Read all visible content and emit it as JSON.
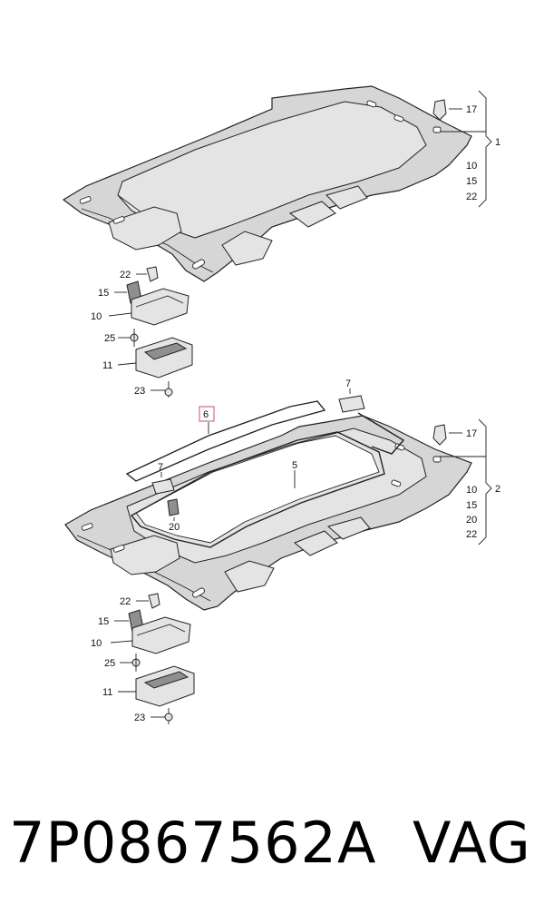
{
  "diagram": {
    "upper_group": {
      "group_label": "1",
      "bracket_labels": [
        "10",
        "15",
        "22"
      ],
      "top_callout": "17",
      "console_labels": [
        "22",
        "15",
        "10",
        "25",
        "11",
        "23"
      ]
    },
    "lower_group": {
      "group_label": "2",
      "bracket_labels": [
        "10",
        "15",
        "20",
        "22"
      ],
      "top_callout": "17",
      "highlighted_label": "6",
      "seal_label": "5",
      "pad_labels": [
        "7",
        "7"
      ],
      "clip_label": "20",
      "console_labels": [
        "22",
        "15",
        "10",
        "25",
        "11",
        "23"
      ]
    }
  },
  "footer": {
    "part_number": "7P0867562A",
    "brand": "VAG"
  }
}
